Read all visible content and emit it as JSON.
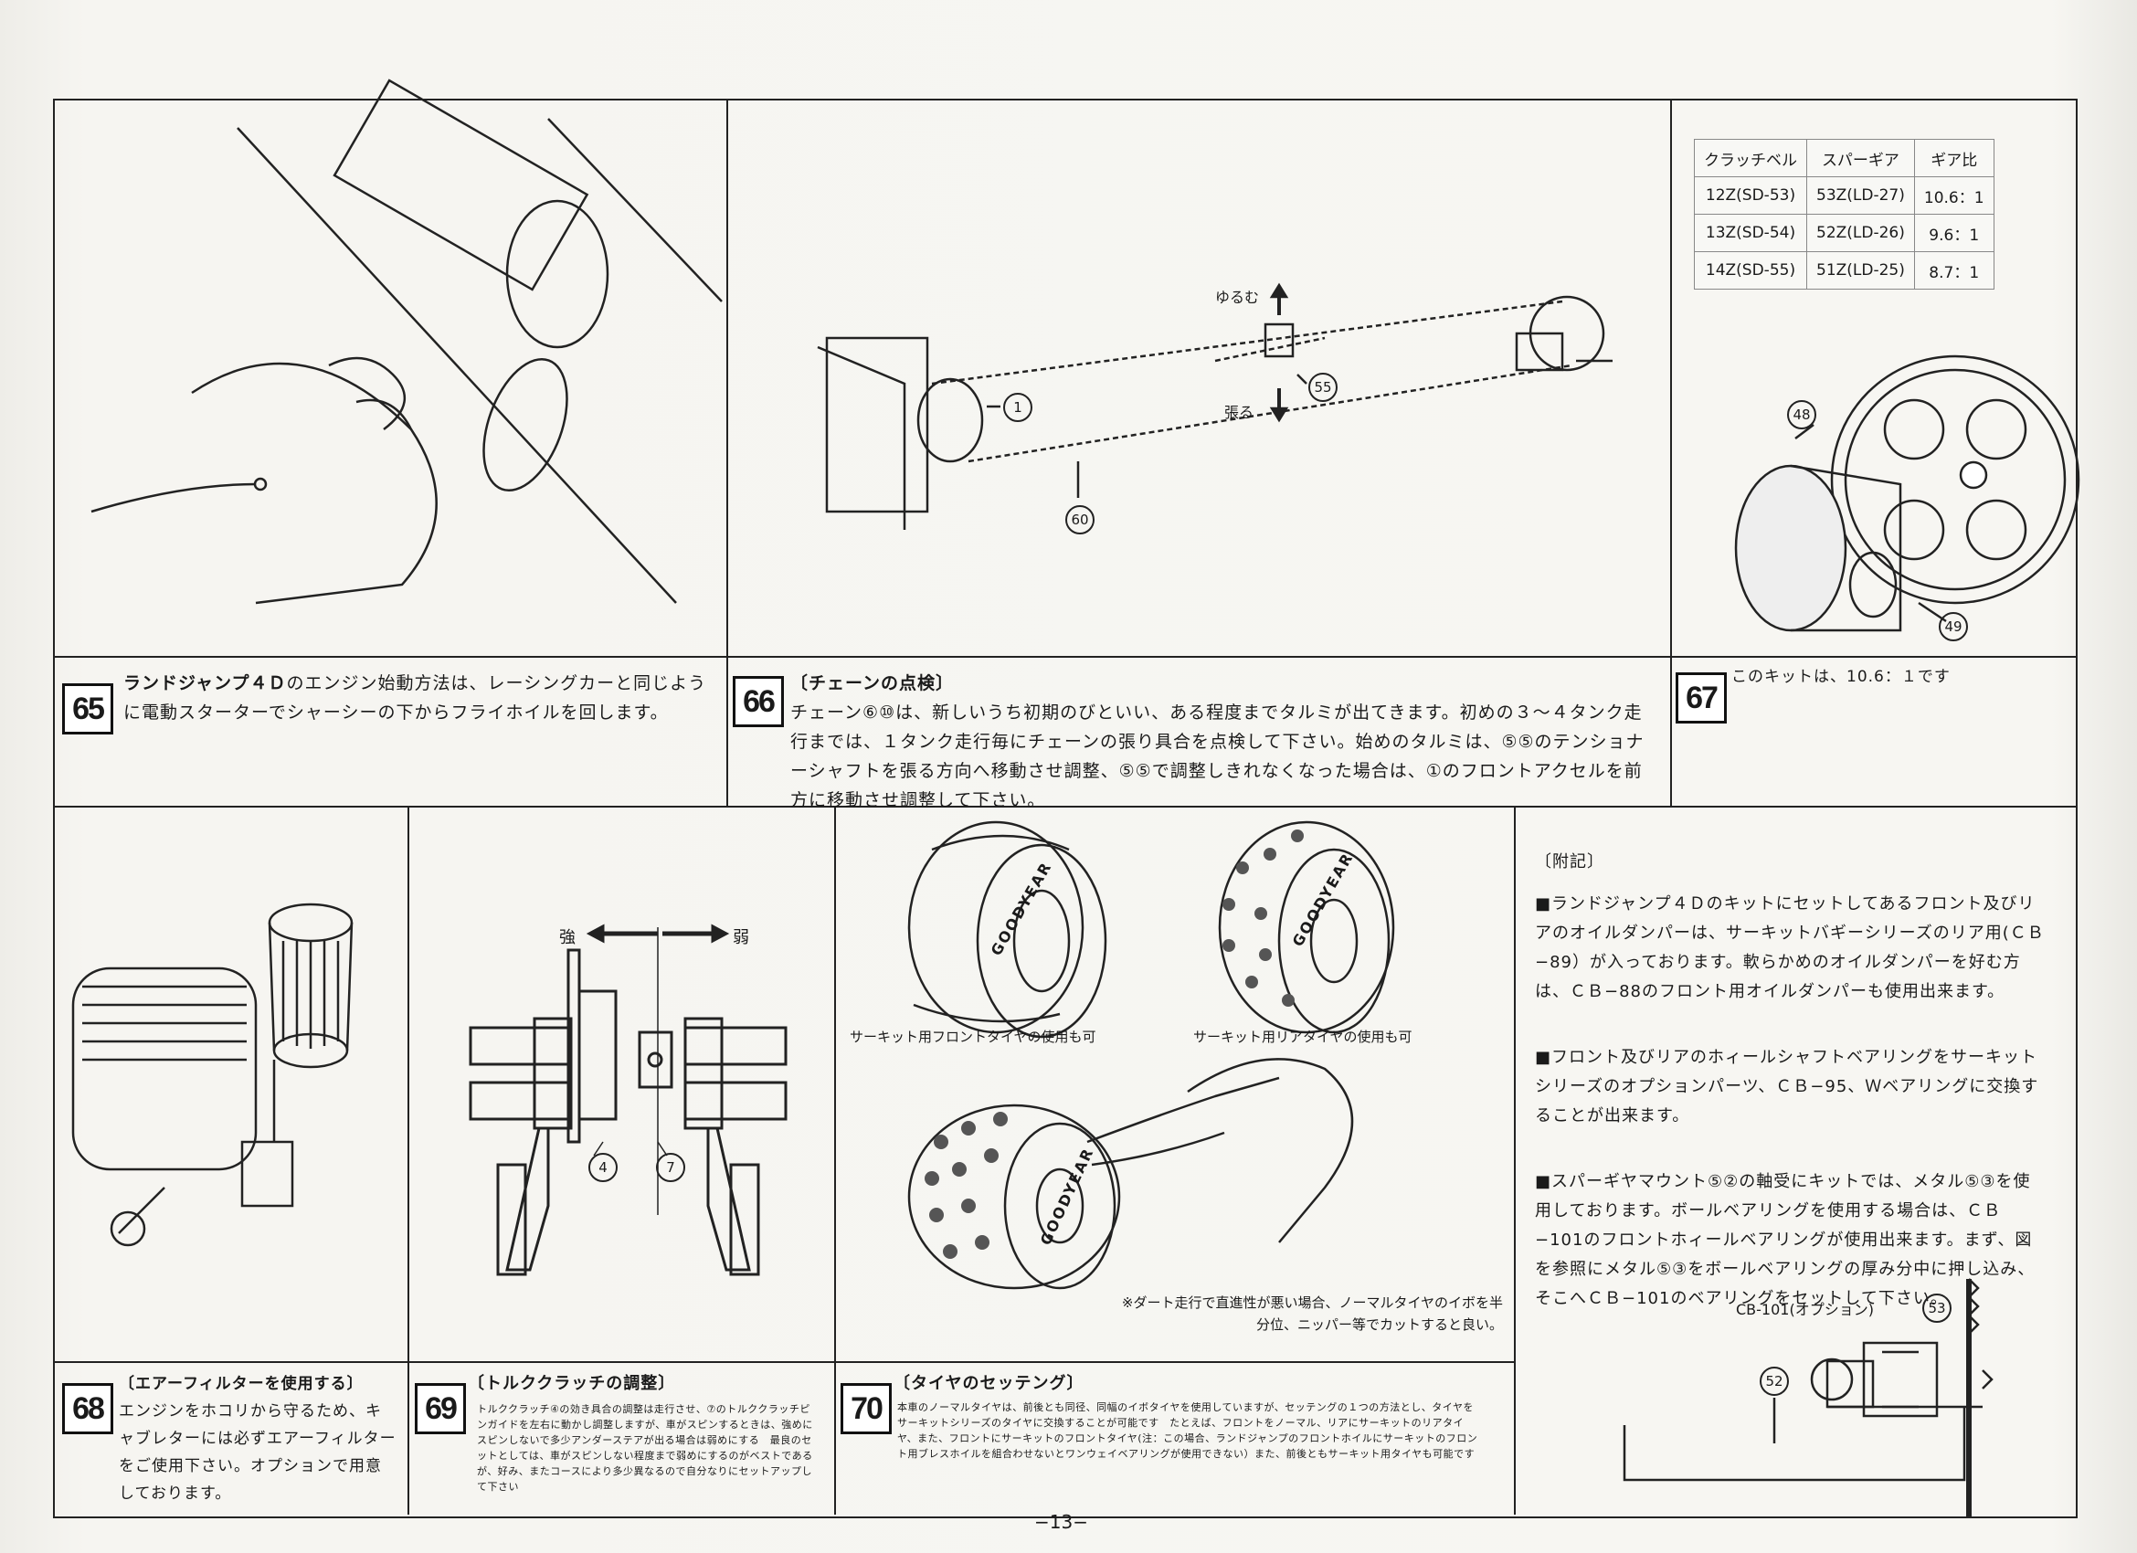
{
  "panel65": {
    "number": "65",
    "text_bold": "ランドジャンプ４Ｄ",
    "text": "のエンジン始動方法は、レーシングカーと同じように電動スターターでシャーシーの下からフライホイルを回します。"
  },
  "panel66": {
    "number": "66",
    "title": "〔チェーンの点検〕",
    "text": "チェーン⑥⑩は、新しいうち初期のびといい、ある程度までタルミが出てきます。初めの３〜４タンク走行までは、１タンク走行毎にチェーンの張り具合を点検して下さい。始めのタルミは、⑤⑤のテンショナーシャフトを張る方向へ移動させ調整、⑤⑤で調整しきれなくなった場合は、①のフロントアクセルを前方に移動させ調整して下さい。",
    "labels": {
      "loosen": "ゆるむ",
      "tighten": "張る",
      "p55": "55",
      "p1": "1",
      "p60": "60"
    }
  },
  "panel67": {
    "number": "67",
    "text": "このキットは、10.6：１です",
    "table": {
      "headers": [
        "クラッチベル",
        "スパーギア",
        "ギア比"
      ],
      "rows": [
        [
          "12Z(SD-53)",
          "53Z(LD-27)",
          "10.6：1"
        ],
        [
          "13Z(SD-54)",
          "52Z(LD-26)",
          "9.6：1"
        ],
        [
          "14Z(SD-55)",
          "51Z(LD-25)",
          "8.7：1"
        ]
      ]
    },
    "labels": {
      "p48": "48",
      "p49": "49"
    }
  },
  "panel68": {
    "number": "68",
    "title": "〔エアーフィルターを使用する〕",
    "text": "エンジンをホコリから守るため、キャブレターには必ずエアーフィルターをご使用下さい。オプションで用意しております。"
  },
  "panel69": {
    "number": "69",
    "title": "〔トルククラッチの調整〕",
    "text": "トルククラッチ④の効き具合の調整は走行させ、⑦のトルククラッチピンガイドを左右に動かし調整しますが、車がスピンするときは、強めにスピンしないで多少アンダーステアが出る場合は弱めにする　最良のセットとしては、車がスピンしない程度まで弱めにするのがベストであるが、好み、またコースにより多少異なるので自分なりにセットアップして下さい",
    "labels": {
      "strong": "強",
      "weak": "弱",
      "p4": "4",
      "p7": "7"
    }
  },
  "panel70": {
    "number": "70",
    "title": "〔タイヤのセッテング〕",
    "text": "本車のノーマルタイヤは、前後とも同径、同幅のイボタイヤを使用していますが、セッテングの１つの方法とし、タイヤをサーキットシリーズのタイヤに交換することが可能です　たとえば、フロントをノーマル、リアにサーキットのリアタイヤ、また、フロントにサーキットのフロントタイヤ(注：この場合、ランドジャンプのフロントホイルにサーキットのフロント用ブレスホイルを組合わせないとワンウェイベアリングが使用できない）また、前後ともサーキット用タイヤも可能です",
    "caption_front": "サーキット用フロントタイヤの使用も可",
    "caption_rear": "サーキット用リアタイヤの使用も可",
    "caption_dirt": "※ダート走行で直進性が悪い場合、ノーマルタイヤのイボを半分位、ニッパー等でカットすると良い。",
    "tire_brand": "GOODYEAR"
  },
  "appendix": {
    "title": "〔附記〕",
    "items": [
      "■ランドジャンプ４Ｄのキットにセットしてあるフロント及びリアのオイルダンパーは、サーキットバギーシリーズのリア用(ＣＢ−89）が入っております。軟らかめのオイルダンパーを好む方は、ＣＢ−88のフロント用オイルダンパーも使用出来ます。",
      "■フロント及びリアのホィールシャフトベアリングをサーキットシリーズのオプションパーツ、ＣＢ−95、Ｗベアリングに交換することが出来ます。",
      "■スパーギヤマウント⑤②の軸受にキットでは、メタル⑤③を使用しております。ボールベアリングを使用する場合は、ＣＢ−101のフロントホィールベアリングが使用出来ます。まず、図を参照にメタル⑤③をボールベアリングの厚み分中に押し込み、そこへＣＢ−101のベアリングをセットして下さい。"
    ],
    "labels": {
      "cb101": "CB-101(オプション)",
      "p53": "53",
      "p52": "52"
    }
  },
  "page_number": "−13−"
}
